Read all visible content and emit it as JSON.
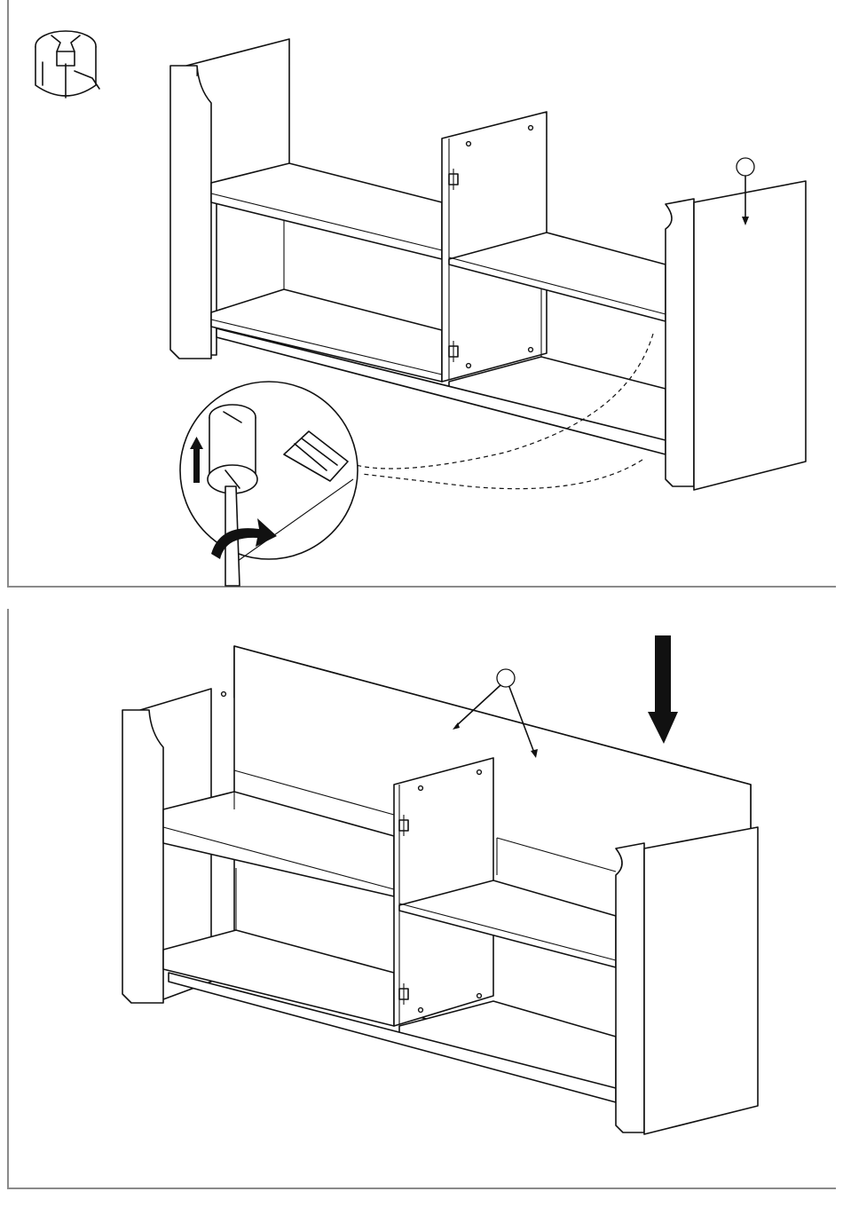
{
  "steps": [
    {
      "id": "step-top",
      "callout_label": "",
      "hardware": "cam-lock-fitting",
      "rotation": "clockwise",
      "arrow_direction": "up"
    },
    {
      "id": "step-bottom",
      "callout_label": "",
      "arrow_direction": "down"
    }
  ],
  "colors": {
    "line": "#111111",
    "frame": "#8a8a8a",
    "background": "#ffffff"
  }
}
